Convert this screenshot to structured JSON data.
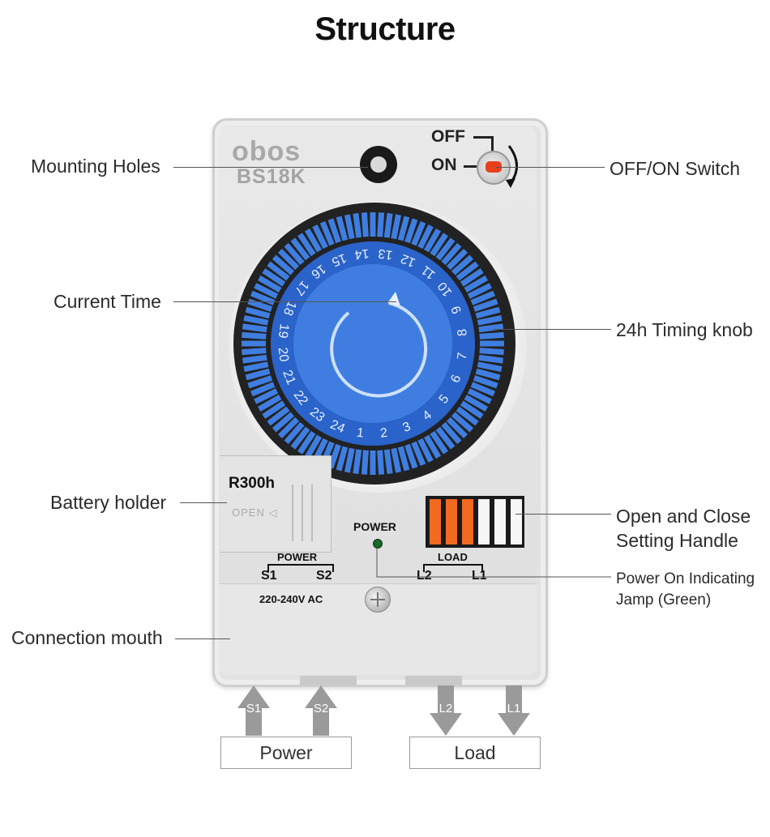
{
  "title": "Structure",
  "device": {
    "brand": "obos",
    "model": "BS18K",
    "switch_off": "OFF",
    "switch_on": "ON",
    "dial_numbers": [
      "1",
      "2",
      "3",
      "4",
      "5",
      "6",
      "7",
      "8",
      "9",
      "10",
      "11",
      "12",
      "13",
      "14",
      "15",
      "16",
      "17",
      "18",
      "19",
      "20",
      "21",
      "22",
      "23",
      "24"
    ],
    "battery_model": "R300h",
    "battery_open": "OPEN ◁",
    "power_indicator": "POWER",
    "power_terminal_label": "POWER",
    "s1": "S1",
    "s2": "S2",
    "voltage": "220-240V AC",
    "load_label": "LOAD",
    "l2": "L2",
    "l1": "L1",
    "colors": {
      "dial_blue": "#3f7ee0",
      "dial_dark": "#2a63c9",
      "handle_orange": "#f26a22",
      "led_green": "#1a6a2a"
    }
  },
  "callouts": {
    "mounting_holes": "Mounting Holes",
    "current_time": "Current Time",
    "battery_holder": "Battery holder",
    "connection_mouth": "Connection mouth",
    "off_on_switch": "OFF/ON Switch",
    "timing_knob": "24h Timing knob",
    "setting_handle_1": "Open and Close",
    "setting_handle_2": "Setting Handle",
    "indicator_1": "Power On Indicating",
    "indicator_2": "Jamp (Green)"
  },
  "terminals": {
    "arrows": [
      "S1",
      "S2",
      "L2",
      "L1"
    ],
    "power_box": "Power",
    "load_box": "Load"
  }
}
